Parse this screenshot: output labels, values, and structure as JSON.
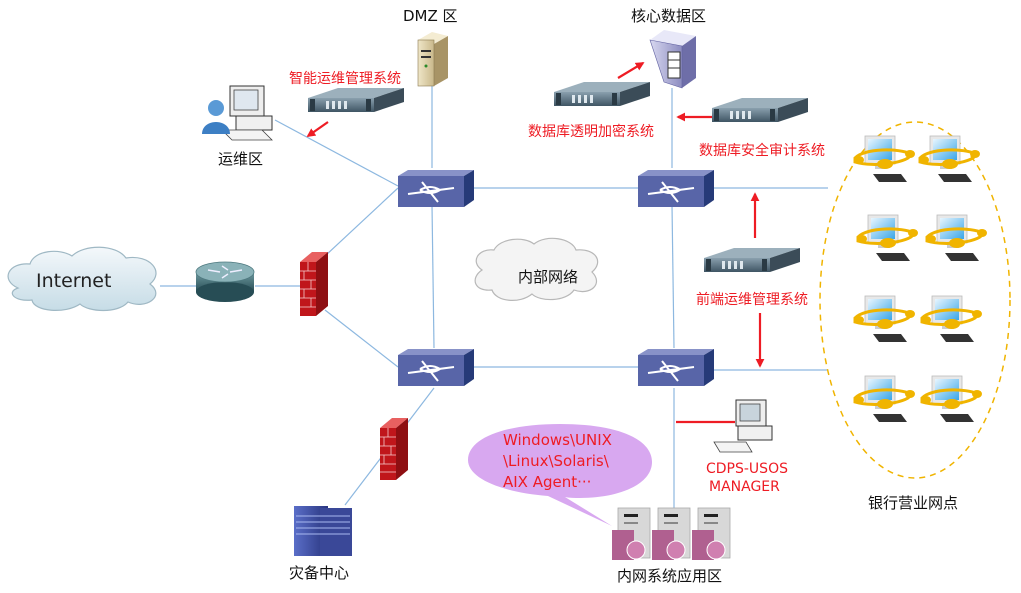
{
  "diagram": {
    "title": "Network topology",
    "colors": {
      "link": "#8db8e0",
      "arrow": "#ee1c24",
      "label_red": "#ee1c24",
      "switch": "#5865a8",
      "firewall": "#c0161b",
      "ellipse": "#f0b400",
      "bubble": "#d8a8f0"
    },
    "labels": {
      "dmz": "DMZ 区",
      "core": "核心数据区",
      "ops_area": "运维区",
      "smart_ops": "智能运维管理系统",
      "db_encrypt": "数据库透明加密系统",
      "db_audit": "数据库安全审计系统",
      "internet": "Internet",
      "internal_net": "内部网络",
      "frontend_ops": "前端运维管理系统",
      "manager_line1": "CDPS-USOS",
      "manager_line2": "MANAGER",
      "bank_branches": "银行营业网点",
      "dr_center": "灾备中心",
      "intranet_apps": "内网系统应用区",
      "bubble_line1": "Windows\\UNIX",
      "bubble_line2": "\\Linux\\Solaris\\",
      "bubble_line3": "AIX Agent···"
    },
    "nodes": [
      {
        "id": "dmz-server",
        "icon": "tower-server-icon"
      },
      {
        "id": "core-server",
        "icon": "database-server-icon"
      },
      {
        "id": "ops-workstation",
        "icon": "user-workstation-icon"
      },
      {
        "id": "smart-ops-appliance",
        "icon": "rack-appliance-icon"
      },
      {
        "id": "db-encrypt-appliance",
        "icon": "rack-appliance-icon"
      },
      {
        "id": "db-audit-appliance",
        "icon": "rack-appliance-icon"
      },
      {
        "id": "frontend-ops-appliance",
        "icon": "rack-appliance-icon"
      },
      {
        "id": "switch-top-left",
        "icon": "switch-icon"
      },
      {
        "id": "switch-top-right",
        "icon": "switch-icon"
      },
      {
        "id": "switch-bottom-left",
        "icon": "switch-icon"
      },
      {
        "id": "switch-bottom-right",
        "icon": "switch-icon"
      },
      {
        "id": "internet-cloud",
        "icon": "cloud-icon"
      },
      {
        "id": "internal-cloud",
        "icon": "cloud-icon"
      },
      {
        "id": "router",
        "icon": "router-icon"
      },
      {
        "id": "firewall-main",
        "icon": "firewall-icon"
      },
      {
        "id": "firewall-dr",
        "icon": "firewall-icon"
      },
      {
        "id": "dr-mainframe",
        "icon": "mainframe-icon"
      },
      {
        "id": "manager-workstation",
        "icon": "workstation-icon"
      },
      {
        "id": "app-servers",
        "icon": "server-cluster-icon",
        "count": 3
      },
      {
        "id": "branch-pcs",
        "icon": "networked-pc-icon",
        "count": 8
      }
    ]
  }
}
